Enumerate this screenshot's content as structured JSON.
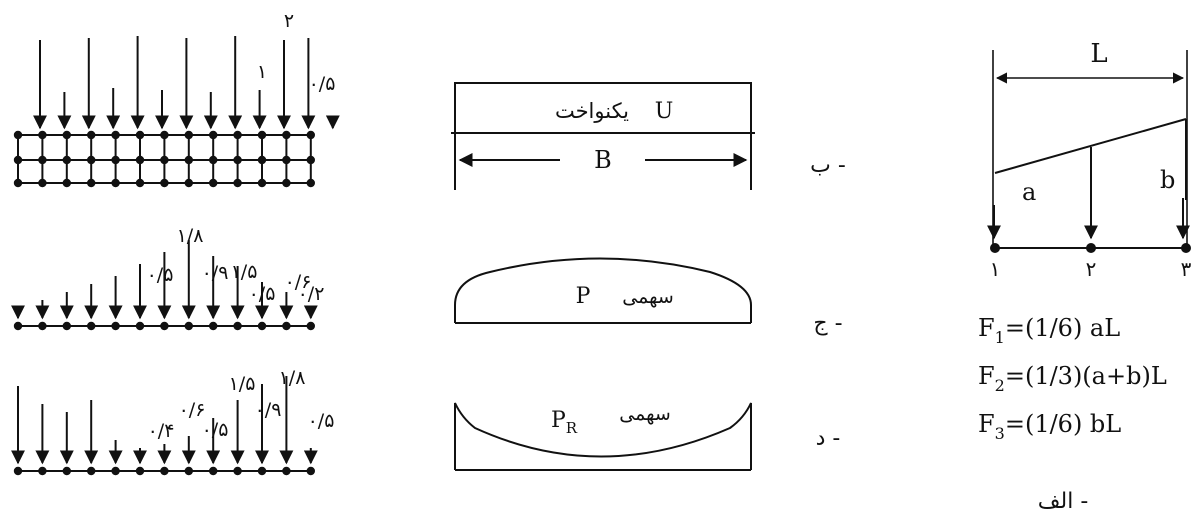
{
  "panel_a": {
    "span_label": "L",
    "left_value": "a",
    "right_value": "b",
    "nodes": [
      "۱",
      "۲",
      "۳"
    ],
    "f1": {
      "base": "F",
      "sub": "1",
      "rest": "=(1/6) aL"
    },
    "f2": {
      "base": "F",
      "sub": "2",
      "rest": "=(1/3)(a+b)L"
    },
    "f3": {
      "base": "F",
      "sub": "3",
      "rest": "=(1/6) bL"
    },
    "caption": "الف -"
  },
  "panel_b": {
    "load_text": "یکنواخت",
    "load_symbol": "U",
    "width_label": "B",
    "caption": "ب -"
  },
  "panel_c": {
    "load_text": "سهمی",
    "load_symbol": "P",
    "caption": "ج -"
  },
  "panel_d": {
    "load_text": "سهمی",
    "load_symbol": "P",
    "load_sub": "R",
    "caption": "د -"
  },
  "row_b_loads": {
    "l1": "۱",
    "l2": "۲",
    "l3": "۰/۵"
  },
  "row_c_loads": {
    "l1": "۱/۸",
    "l2": "۱/۵",
    "l3": "۰/۶",
    "l4": "۰/۵",
    "l5": "۰/۹",
    "l6": "۰/۵",
    "l7": "۰/۲"
  },
  "row_d_loads": {
    "l1": "۱/۵",
    "l2": "۱/۸",
    "l3": "۰/۶",
    "l4": "۰/۴",
    "l5": "۰/۵",
    "l6": "۰/۹",
    "l7": "۰/۵"
  }
}
